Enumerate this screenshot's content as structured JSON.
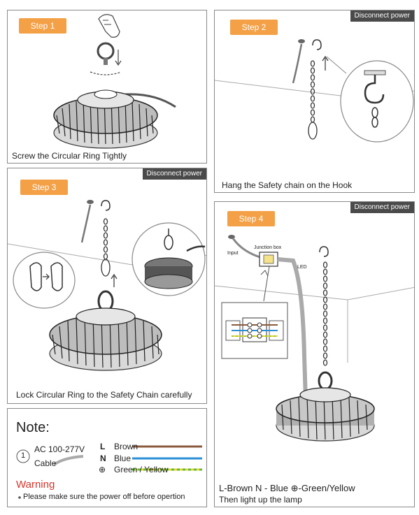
{
  "panels": {
    "step1": {
      "badge": "Step 1",
      "caption": "Screw the Circular Ring Tightly"
    },
    "step2": {
      "badge": "Step 2",
      "disconnect": "Disconnect power",
      "caption": "Hang the Safety chain on the Hook"
    },
    "step3": {
      "badge": "Step 3",
      "disconnect": "Disconnect power",
      "caption": "Lock Circular Ring to the Safety Chain carefully"
    },
    "step4": {
      "badge": "Step 4",
      "disconnect": "Disconnect power",
      "label_input": "Input",
      "label_junction": "Junction box",
      "label_led": "LED",
      "caption_main": "L-Brown  N - Blue  ⊕-Green/Yellow",
      "caption_sub": "Then light up the lamp"
    }
  },
  "note": {
    "title": "Note:",
    "circle_number": "1",
    "voltage": "AC 100-277V",
    "cable": "Cable",
    "wires": [
      {
        "key": "L",
        "name": "Brown",
        "color": "#8b5a3c"
      },
      {
        "key": "N",
        "name": "Blue",
        "color": "#2a8fd6"
      },
      {
        "key": "⊕",
        "name": "Green / Yellow",
        "color": "#5cb83c",
        "color2": "#e8d630"
      }
    ],
    "warning_title": "Warning",
    "warning_text": "Please make sure the power off before opertion"
  }
}
